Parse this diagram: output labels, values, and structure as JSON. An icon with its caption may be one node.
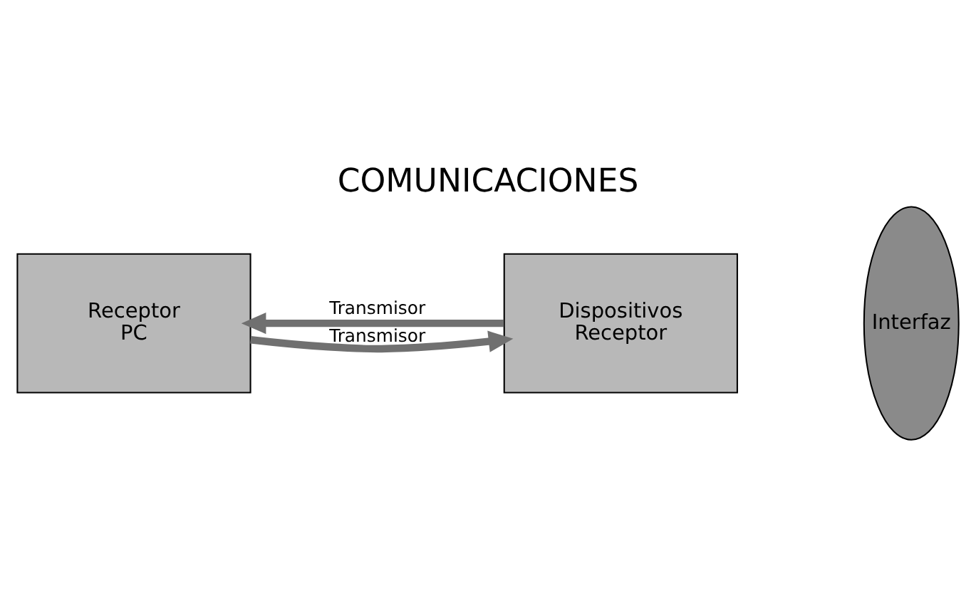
{
  "diagram": {
    "title": "COMUNICACIONES",
    "nodes": [
      {
        "text": [
          "Receptor",
          "PC"
        ]
      },
      {
        "text": [
          "Interfaz"
        ]
      },
      {
        "text": [
          "Dispositivos",
          "Receptor"
        ]
      }
    ],
    "edges": [
      {
        "from": 2,
        "to": 0,
        "arrow": "to",
        "label": "Transmisor"
      },
      {
        "from": 0,
        "to": 2,
        "arrow": "to",
        "label": "Transmisor"
      }
    ]
  }
}
